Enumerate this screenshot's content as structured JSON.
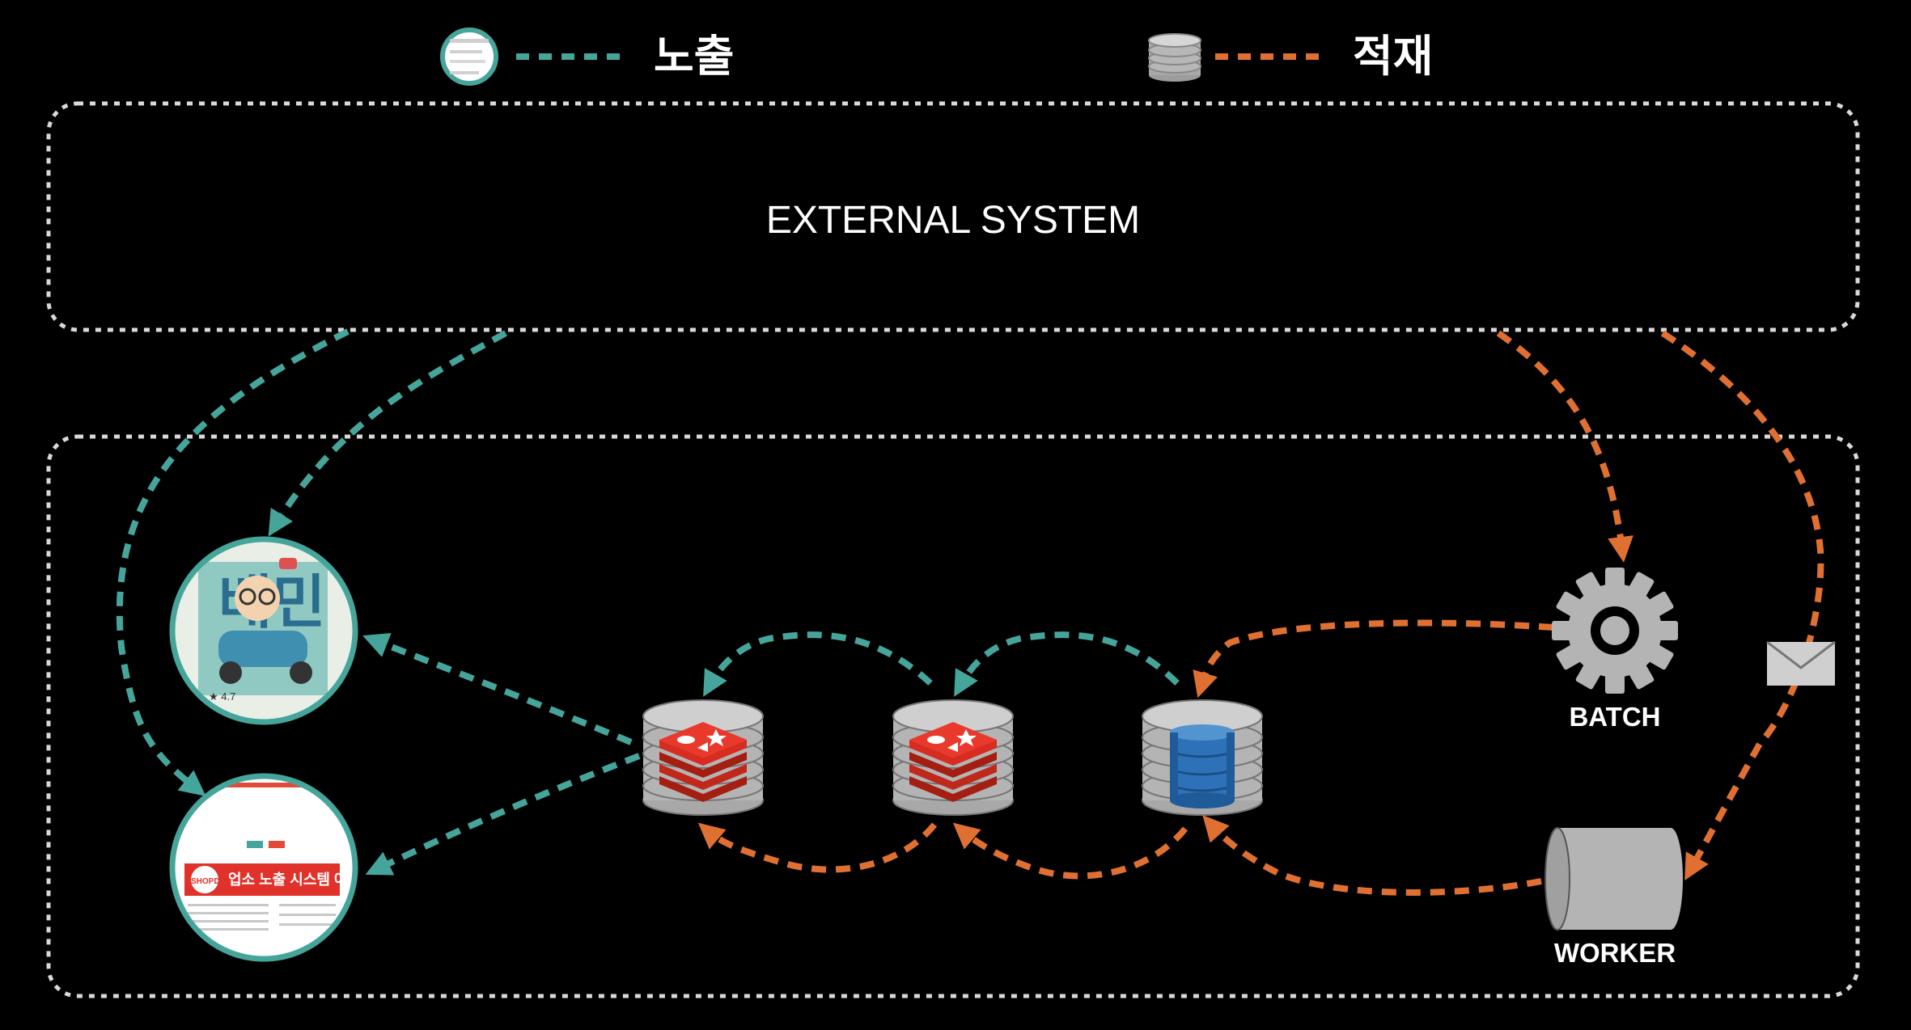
{
  "legend": {
    "exposure_label": "노출",
    "stacking_label": "적재",
    "exposure_color": "#46a59b",
    "stacking_color": "#e07032",
    "exposure_icon": "screen-thumbnail-icon",
    "stacking_icon": "database-stack-icon"
  },
  "external": {
    "title": "EXTERNAL SYSTEM"
  },
  "nodes": {
    "batch_label": "BATCH",
    "worker_label": "WORKER",
    "batch_icon": "gear-icon",
    "worker_icon": "queue-cylinder-icon",
    "message_icon": "envelope-icon",
    "cache1_icon": "redis-icon",
    "cache2_icon": "redis-icon",
    "db_icon": "dynamodb-icon"
  },
  "clients": {
    "app_screen": {
      "icon": "app-screenshot-icon",
      "title_text": "배민",
      "rating_text": "★ 4.7"
    },
    "admin_screen": {
      "icon": "admin-screenshot-icon",
      "banner_text": "업소 노출 시스템 어드민",
      "logo_text": "SHOPDP"
    }
  },
  "colors": {
    "background": "#000000",
    "boundary": "#d9d9d9",
    "node_gray": "#b4b4b4",
    "redis_red": "#d82c20",
    "dynamo_blue": "#2d72b8"
  }
}
